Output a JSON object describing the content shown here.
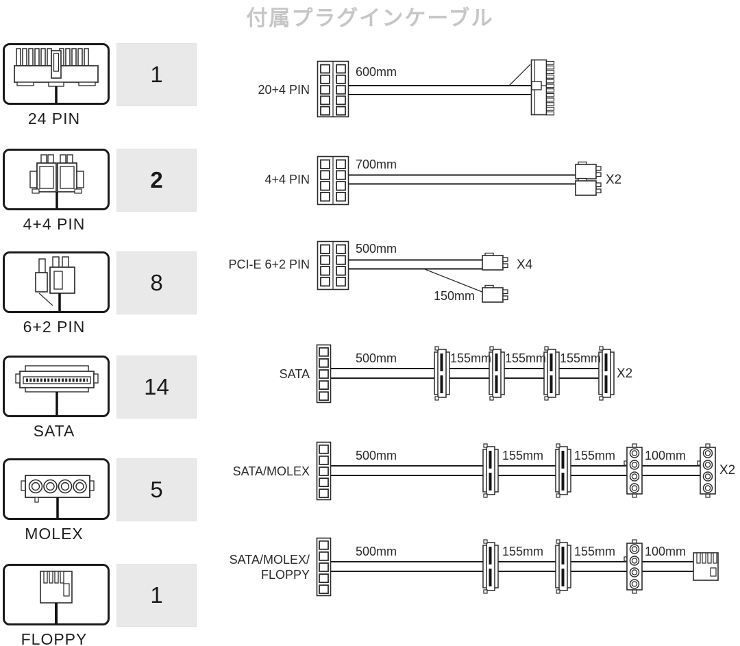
{
  "title": "付属プラグインケーブル",
  "colors": {
    "title_gray": "#c6c6c6",
    "qty_box_bg": "#e9e9e9",
    "line_art": "#2a2a2a",
    "text": "#2b2b2b"
  },
  "legend": {
    "items": [
      {
        "name": "24 PIN",
        "qty": "1",
        "icon": "24pin-connector-icon"
      },
      {
        "name": "4+4 PIN",
        "qty": "2",
        "icon": "4plus4pin-connector-icon"
      },
      {
        "name": "6+2 PIN",
        "qty": "8",
        "icon": "6plus2pin-connector-icon"
      },
      {
        "name": "SATA",
        "qty": "14",
        "icon": "sata-connector-icon"
      },
      {
        "name": "MOLEX",
        "qty": "5",
        "icon": "molex-connector-icon"
      },
      {
        "name": "FLOPPY",
        "qty": "1",
        "icon": "floppy-connector-icon"
      }
    ]
  },
  "cables": [
    {
      "label": "20+4 PIN",
      "len1": "600mm"
    },
    {
      "label": "4+4 PIN",
      "len1": "700mm",
      "multiplier": "X2"
    },
    {
      "label": "PCI-E 6+2 PIN",
      "len1": "500mm",
      "branch_len": "150mm",
      "multiplier": "X4"
    },
    {
      "label": "SATA",
      "len1": "500mm",
      "len2": "155mm",
      "len3": "155mm",
      "len4": "155mm",
      "multiplier": "X2"
    },
    {
      "label": "SATA/MOLEX",
      "len1": "500mm",
      "len2": "155mm",
      "len3": "155mm",
      "len4": "100mm",
      "multiplier": "X2"
    },
    {
      "label_line1": "SATA/MOLEX/",
      "label_line2": "FLOPPY",
      "len1": "500mm",
      "len2": "155mm",
      "len3": "155mm",
      "len4": "100mm"
    }
  ]
}
